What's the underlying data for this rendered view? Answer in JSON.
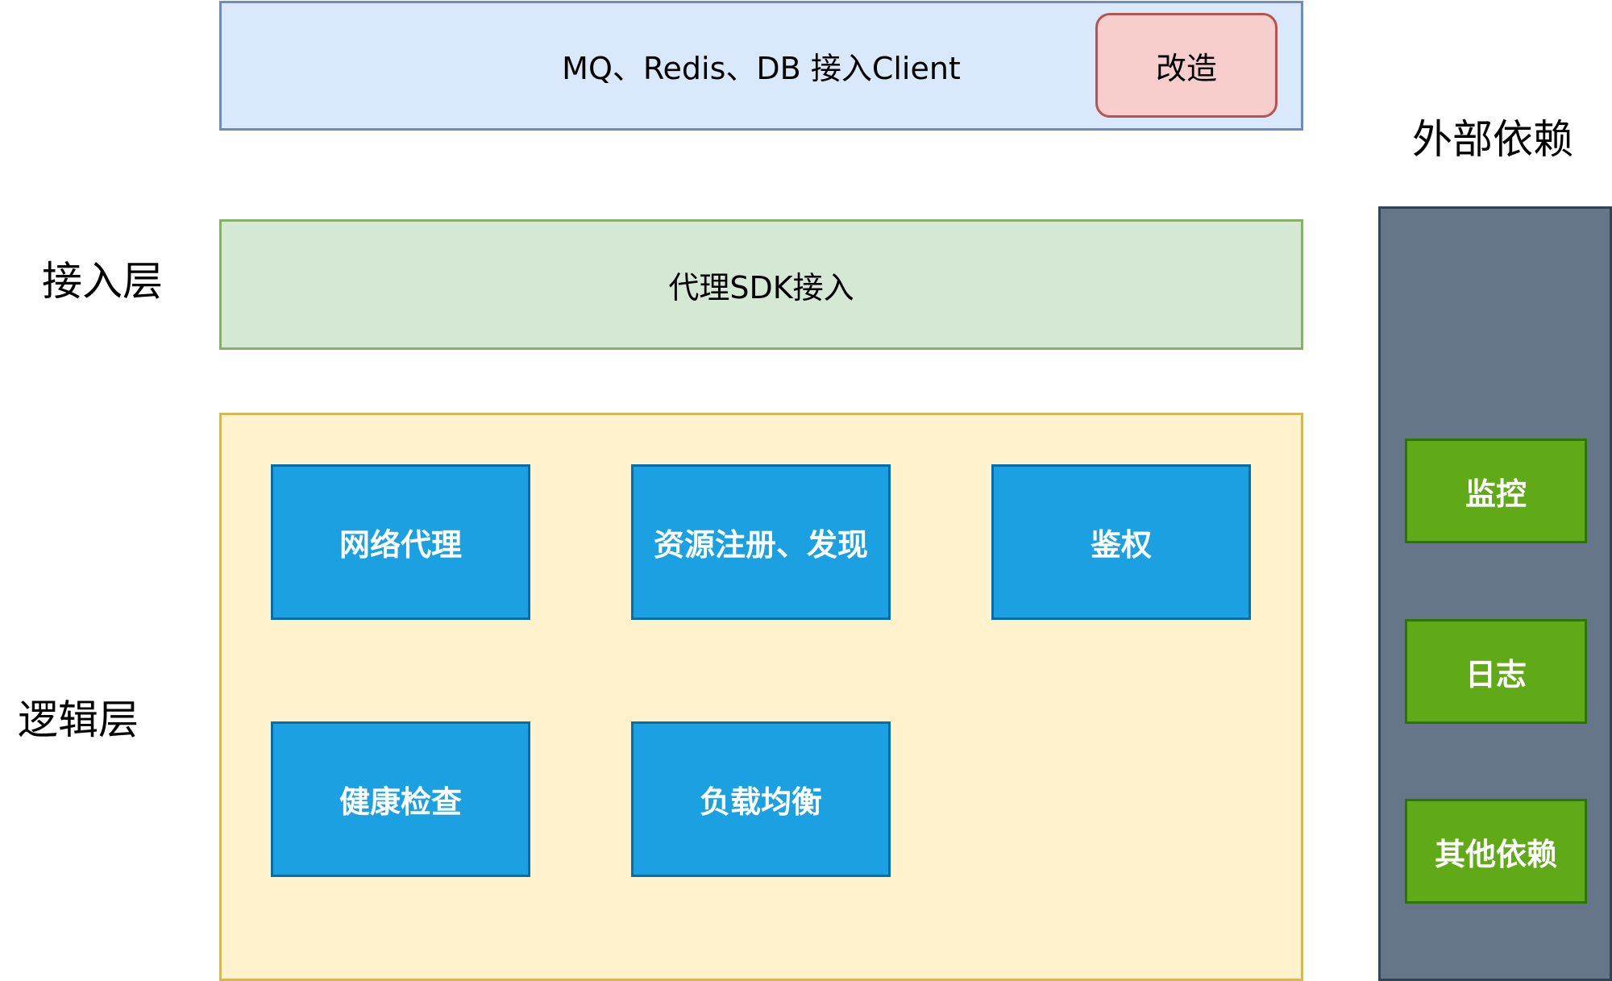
{
  "layers": {
    "access_label": "接入层",
    "logic_label": "逻辑层",
    "external_label": "外部依赖"
  },
  "client_layer": {
    "label": "MQ、Redis、DB 接入Client",
    "badge": "改造"
  },
  "sdk_layer": {
    "label": "代理SDK接入"
  },
  "logic_modules": [
    "网络代理",
    "资源注册、发现",
    "鉴权",
    "健康检查",
    "负载均衡"
  ],
  "external_dependencies": [
    "监控",
    "日志",
    "其他依赖"
  ],
  "colors": {
    "client_fill": "#dae8fc",
    "client_border": "#6c8ebf",
    "badge_fill": "#f8cecc",
    "badge_border": "#b85450",
    "sdk_fill": "#d5e8d4",
    "sdk_border": "#82b366",
    "logic_fill": "#fff2cc",
    "logic_border": "#d6b656",
    "module_fill": "#1ba1e2",
    "module_border": "#006eaf",
    "external_fill": "#647687",
    "external_border": "#314354",
    "dep_fill": "#60a917",
    "dep_border": "#2d7600"
  }
}
